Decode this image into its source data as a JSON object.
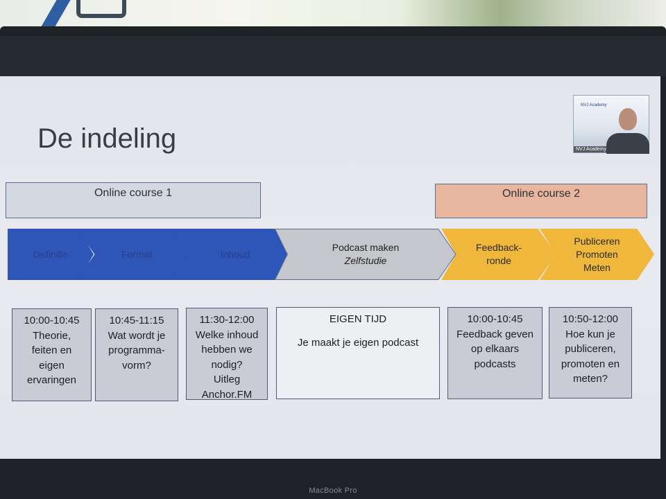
{
  "device": {
    "label": "MacBook Pro"
  },
  "slide": {
    "title": "De indeling",
    "courses": [
      {
        "label": "Online course  1",
        "color": "#d4d8e3"
      },
      {
        "label": "Online course  2",
        "color": "#e8b59e"
      }
    ],
    "phases": [
      {
        "lines": [
          "Definitie"
        ],
        "color": "#2e55b8"
      },
      {
        "lines": [
          "Format"
        ],
        "color": "#2e55b8"
      },
      {
        "lines": [
          "Inhoud"
        ],
        "color": "#2e55b8"
      },
      {
        "lines": [
          "Podcast maken",
          "Zelfstudie"
        ],
        "color": "#c5c7cc"
      },
      {
        "lines": [
          "Feedback-",
          "ronde"
        ],
        "color": "#efb73b"
      },
      {
        "lines": [
          "Publiceren",
          "Promoten",
          "Meten"
        ],
        "color": "#efb73b"
      }
    ],
    "sessions": [
      {
        "lines": [
          "10:00-10:45",
          "Theorie,",
          "feiten en",
          "eigen",
          "ervaringen"
        ]
      },
      {
        "lines": [
          "10:45-11:15",
          "Wat wordt je",
          "programma-",
          "vorm?"
        ]
      },
      {
        "lines": [
          "11:30-12:00",
          "Welke inhoud",
          "hebben we",
          "nodig?",
          "Uitleg",
          "Anchor.FM"
        ]
      },
      {
        "title": "EIGEN TIJD",
        "lines": [
          "Je maakt je eigen podcast"
        ]
      },
      {
        "lines": [
          "10:00-10:45",
          "Feedback geven",
          "op elkaars",
          "podcasts"
        ]
      },
      {
        "lines": [
          "10:50-12:00",
          "Hoe kun je",
          "publiceren,",
          "promoten en",
          "meten?"
        ]
      }
    ]
  },
  "webcam": {
    "logo_text": "NVJ Academy",
    "name_label": "NVJ Academy"
  }
}
